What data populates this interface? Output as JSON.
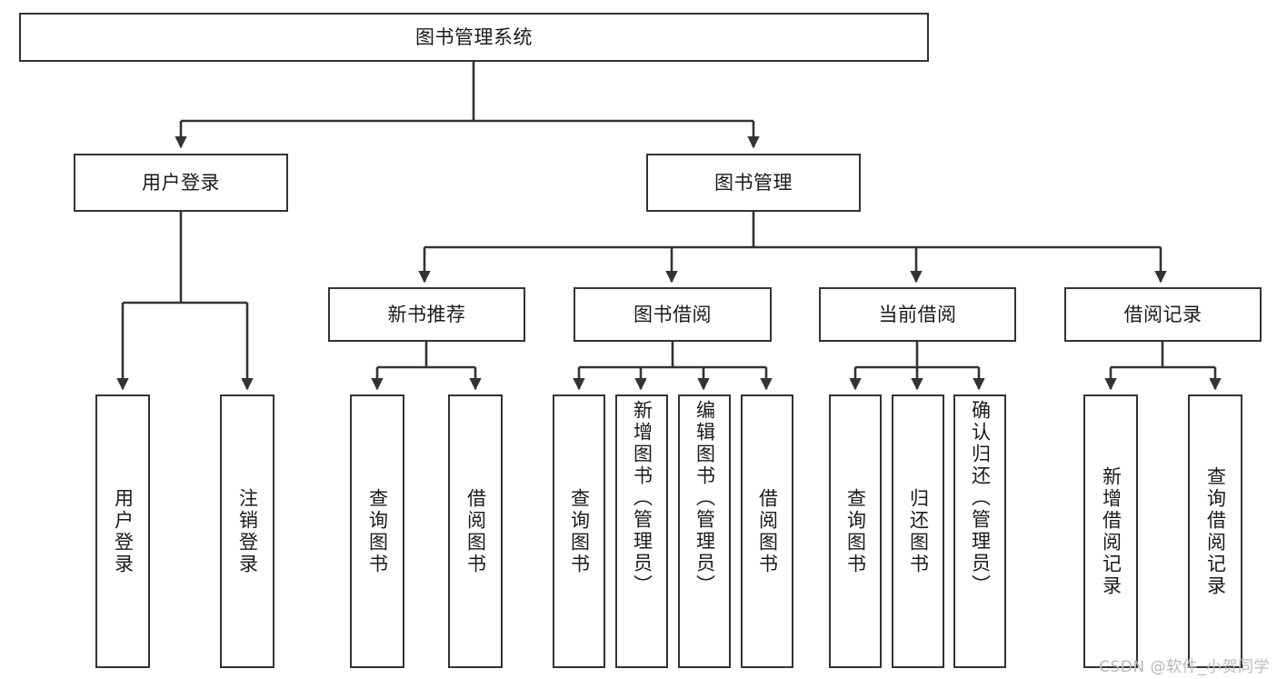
{
  "diagram": {
    "type": "tree",
    "title": "图书管理系统",
    "watermark": "CSDN @软件_小贺同学",
    "colors": {
      "stroke": "#333333",
      "fill": "#ffffff",
      "text": "#1a1a1a",
      "watermark": "#b9b9b9"
    },
    "levels": {
      "root": {
        "label": "图书管理系统"
      },
      "level2": [
        {
          "id": "user-login",
          "label": "用户登录"
        },
        {
          "id": "book-management",
          "label": "图书管理"
        }
      ],
      "level3": [
        {
          "id": "new-book-recommend",
          "label": "新书推荐",
          "parent": "book-management"
        },
        {
          "id": "book-borrow",
          "label": "图书借阅",
          "parent": "book-management"
        },
        {
          "id": "current-borrow",
          "label": "当前借阅",
          "parent": "book-management"
        },
        {
          "id": "borrow-record",
          "label": "借阅记录",
          "parent": "book-management"
        }
      ],
      "leaves": [
        {
          "id": "leaf-user-login",
          "label": "用户登录",
          "parent": "user-login"
        },
        {
          "id": "leaf-logout-login",
          "label": "注销登录",
          "parent": "user-login"
        },
        {
          "id": "leaf-query-book-1",
          "label": "查询图书",
          "parent": "new-book-recommend"
        },
        {
          "id": "leaf-borrow-book-1",
          "label": "借阅图书",
          "parent": "new-book-recommend"
        },
        {
          "id": "leaf-query-book-2",
          "label": "查询图书",
          "parent": "book-borrow"
        },
        {
          "id": "leaf-add-book",
          "label": "新增图书（管理员）",
          "parent": "book-borrow"
        },
        {
          "id": "leaf-edit-book",
          "label": "编辑图书（管理员）",
          "parent": "book-borrow"
        },
        {
          "id": "leaf-borrow-book-2",
          "label": "借阅图书",
          "parent": "book-borrow"
        },
        {
          "id": "leaf-query-book-3",
          "label": "查询图书",
          "parent": "current-borrow"
        },
        {
          "id": "leaf-return-book",
          "label": "归还图书",
          "parent": "current-borrow"
        },
        {
          "id": "leaf-confirm-return",
          "label": "确认归还（管理员）",
          "parent": "current-borrow"
        },
        {
          "id": "leaf-add-record",
          "label": "新增借阅记录",
          "parent": "borrow-record"
        },
        {
          "id": "leaf-query-record",
          "label": "查询借阅记录",
          "parent": "borrow-record"
        }
      ]
    }
  }
}
